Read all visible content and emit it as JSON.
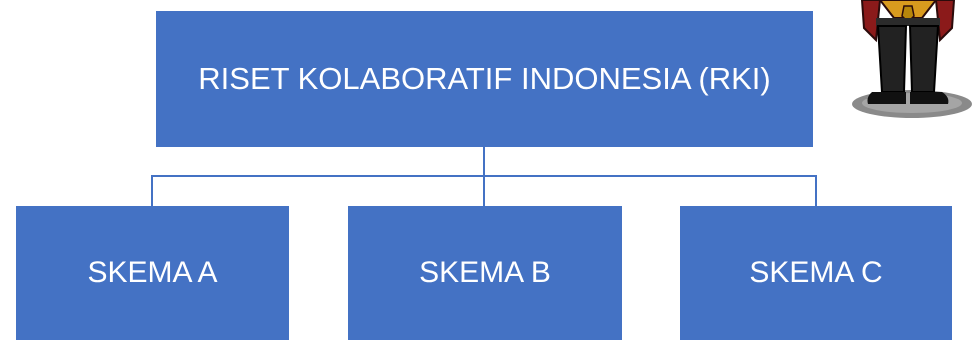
{
  "diagram": {
    "root": {
      "label": "RISET KOLABORATIF INDONESIA (RKI)"
    },
    "children": [
      {
        "label": "SKEMA A"
      },
      {
        "label": "SKEMA B"
      },
      {
        "label": "SKEMA C"
      }
    ]
  },
  "colors": {
    "box_fill": "#4472c4",
    "box_text": "#ffffff",
    "connector": "#4472c4",
    "background": "#ffffff"
  },
  "icons": {
    "mascot": "cartoon-character-standing-icon"
  }
}
